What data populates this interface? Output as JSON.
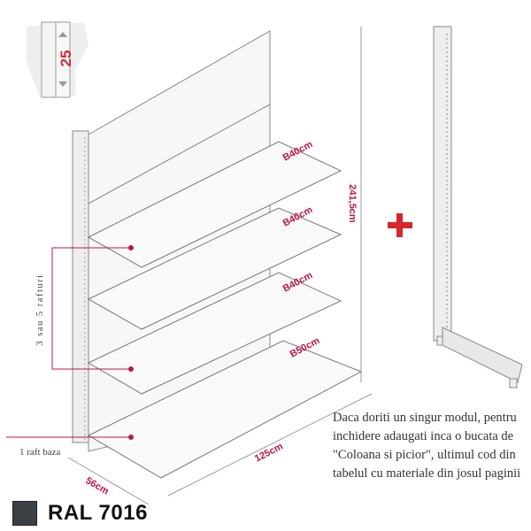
{
  "badge": {
    "number": "25"
  },
  "shelves": [
    {
      "label": "B40cm"
    },
    {
      "label": "B40cm"
    },
    {
      "label": "B40cm"
    },
    {
      "label": "B50cm"
    }
  ],
  "dimensions": {
    "height": "241,5cm",
    "width": "125cm",
    "depth": "56cm"
  },
  "annotations": {
    "shelf_count": "3 sau 5 rafturi",
    "base_shelf": "1 raft baza"
  },
  "plus_icon": "plus-icon",
  "note": "Daca doriti un singur modul, pentru inchidere adaugati inca o bucata de \"Coloana si picior\", ultimul cod din tabelul cu materiale din josul paginii",
  "color": {
    "label": "RAL 7016",
    "swatch": "#3b4045"
  },
  "accent": "#c0144a"
}
